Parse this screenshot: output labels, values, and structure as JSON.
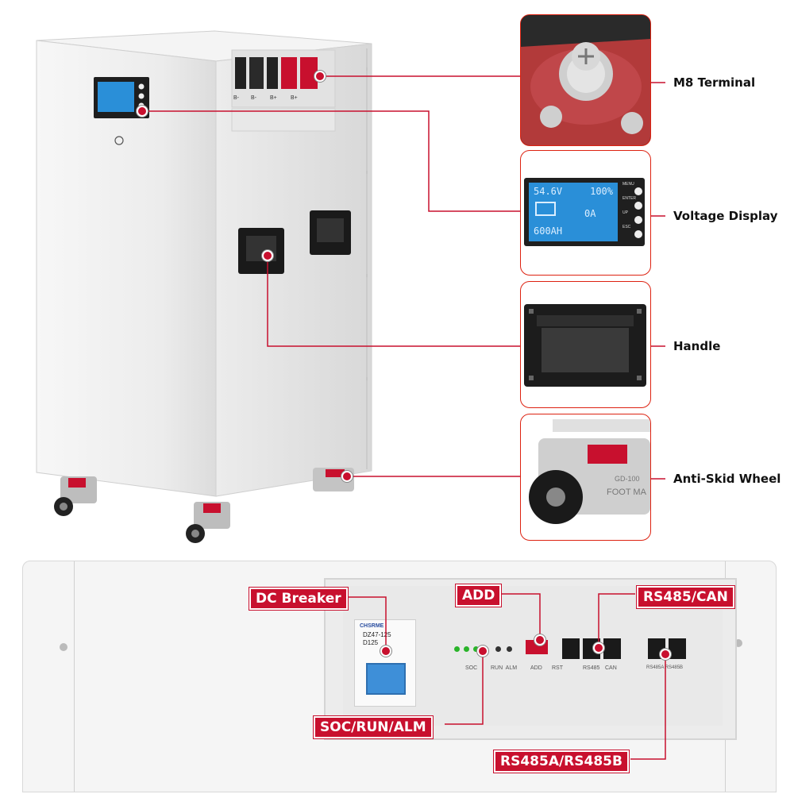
{
  "labels": {
    "m8_terminal": "M8 Terminal",
    "voltage_display": "Voltage Display",
    "handle": "Handle",
    "anti_skid_wheel": "Anti-Skid Wheel",
    "dc_breaker": "DC Breaker",
    "add": "ADD",
    "rs485_can": "RS485/CAN",
    "soc_run_alm": "SOC/RUN/ALM",
    "rs485a_rs485b": "RS485A/RS485B"
  },
  "terminals": [
    "B-",
    "B-",
    "B+",
    "B+"
  ],
  "display": {
    "voltage": "54.6V",
    "percent": "100%",
    "current": "0A",
    "capacity": "600AH",
    "buttons": [
      "MENU",
      "ENTER",
      "UP",
      "ESC"
    ]
  },
  "wheel_text": "FOOT MA",
  "wheel_brand": "GD-100",
  "panel": {
    "breaker_brand": "CHSRME",
    "breaker_model": "DZ47-125",
    "breaker_rating": "D125",
    "soc": "SOC",
    "run_alm": "RUN  ALM",
    "add": "ADD",
    "rst": "RST",
    "rs485": "RS485",
    "can": "CAN",
    "rs485ab": "RS485A RS485B"
  },
  "colors": {
    "accent": "#c8102e",
    "lcd_blue": "#2a8fd8",
    "cabinet": "#f2f2f2"
  }
}
